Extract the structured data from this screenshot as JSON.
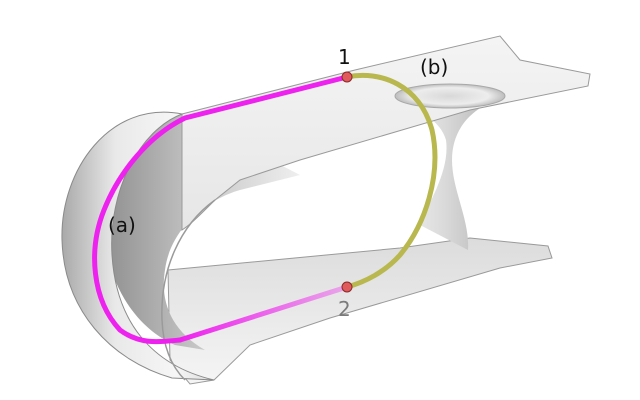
{
  "labels": {
    "point1": "1",
    "point2": "2",
    "path_a": "(a)",
    "path_b": "(b)"
  },
  "colors": {
    "path_a": "#ee22ee",
    "path_a_faded": "#e88ee8",
    "path_b": "#b9b84e",
    "point": "#e05b5b",
    "point_stroke": "#8a2a2a",
    "surface": "#f2f2f2",
    "surface_edge": "#9a9a9a"
  }
}
